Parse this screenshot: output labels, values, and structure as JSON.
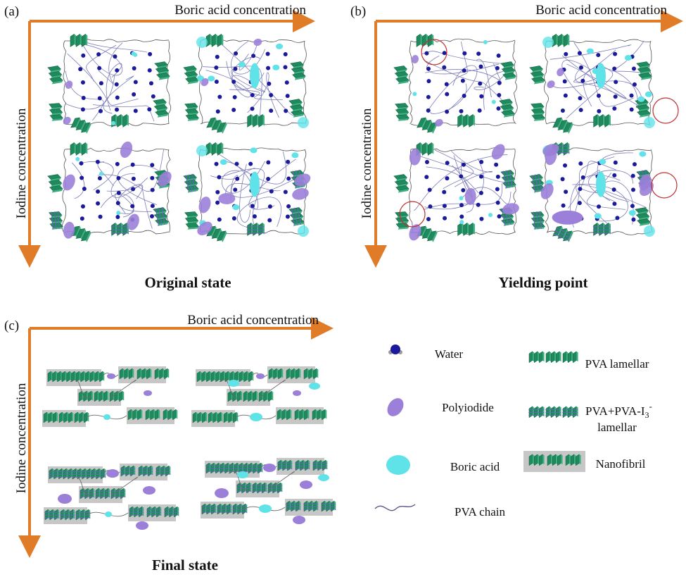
{
  "panels": [
    {
      "id": "a",
      "letter": "(a)",
      "x_axis": "Boric acid concentration",
      "y_axis": "Iodine concentration",
      "caption": "Original state"
    },
    {
      "id": "b",
      "letter": "(b)",
      "x_axis": "Boric acid concentration",
      "y_axis": "Iodine concentration",
      "caption": "Yielding point"
    },
    {
      "id": "c",
      "letter": "(c)",
      "x_axis": "Boric acid concentration",
      "y_axis": "Iodine concentration",
      "caption": "Final state"
    }
  ],
  "legend": {
    "water": "Water",
    "polyiodide": "Polyiodide",
    "boric_acid": "Boric acid",
    "pva_chain": "PVA chain",
    "pva_lamellar": "PVA lamellar",
    "pva_i3_prefix": "PVA+PVA-I",
    "pva_i3_sub": "3",
    "pva_i3_sup": "-",
    "pva_i3_line2": "lamellar",
    "nanofibril": "Nanofibril"
  },
  "colors": {
    "axis_arrow": "#E07B28",
    "lamella_green": "#1E8A5E",
    "water_blue": "#1A1A9A",
    "polyiodide_purple": "#9B7FD8",
    "boric_acid_cyan": "#5FE3E8",
    "nanofibril_gray": "#BDBDBD",
    "highlight_circle": "#C03030"
  }
}
